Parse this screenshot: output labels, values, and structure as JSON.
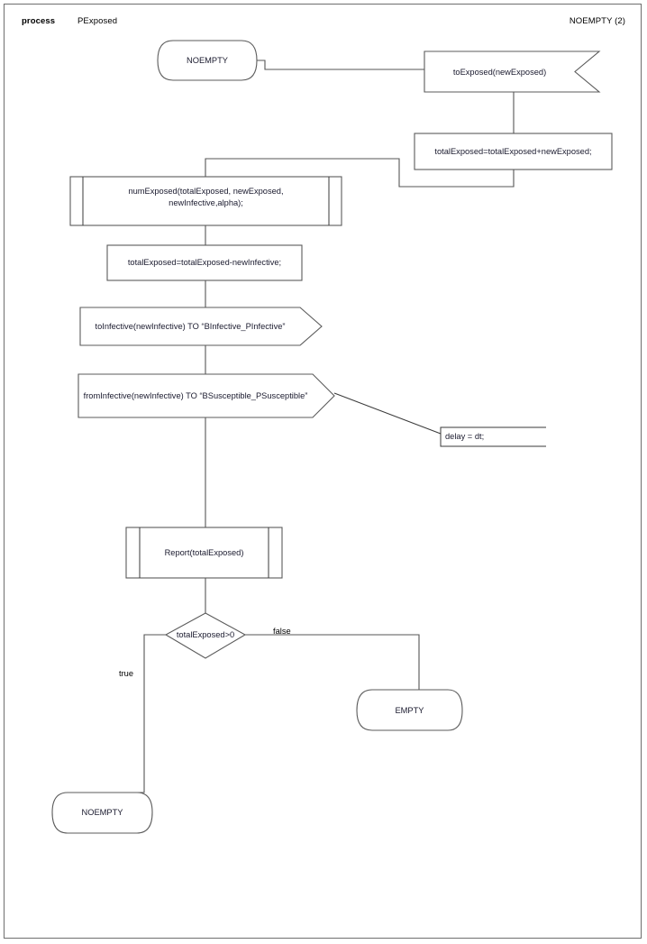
{
  "header": {
    "keyword": "process",
    "process_name": "PExposed",
    "state": "NOEMPTY (2)"
  },
  "diagram": {
    "type": "flowchart",
    "title": "PExposed process flowchart",
    "nodes": [
      {
        "id": "start-noempty",
        "shape": "terminator",
        "label": "NOEMPTY"
      },
      {
        "id": "to-exposed",
        "shape": "receive-signal",
        "label": "toExposed(newExposed)"
      },
      {
        "id": "total-exposed-add",
        "shape": "process",
        "label": "totalExposed=totalExposed+newExposed;"
      },
      {
        "id": "num-exposed",
        "shape": "predefined-process",
        "label_line1": "numExposed(totalExposed, newExposed,",
        "label_line2": "newInfective,alpha);"
      },
      {
        "id": "total-exposed-sub",
        "shape": "process",
        "label": "totalExposed=totalExposed-newInfective;"
      },
      {
        "id": "to-infective",
        "shape": "send-signal",
        "label": "toInfective(newInfective) TO “BInfective_PInfective”"
      },
      {
        "id": "from-infective",
        "shape": "send-signal",
        "label": "fromInfective(newInfective) TO “BSusceptible_PSusceptible”"
      },
      {
        "id": "delay-note",
        "shape": "annotation",
        "label": "delay = dt;"
      },
      {
        "id": "report",
        "shape": "predefined-process",
        "label": "Report(totalExposed)"
      },
      {
        "id": "decision",
        "shape": "decision",
        "label": "totalExposed>0"
      },
      {
        "id": "end-empty",
        "shape": "terminator",
        "label": "EMPTY"
      },
      {
        "id": "end-noempty",
        "shape": "terminator",
        "label": "NOEMPTY"
      }
    ],
    "edge_labels": {
      "decision_false": "false",
      "decision_true": "true"
    }
  },
  "colors": {
    "background": "#ffffff",
    "shape_stroke": "#5b5b5b",
    "connector_stroke": "#555555",
    "text": "#1a1a2e",
    "frame": "#6e6e6e"
  }
}
